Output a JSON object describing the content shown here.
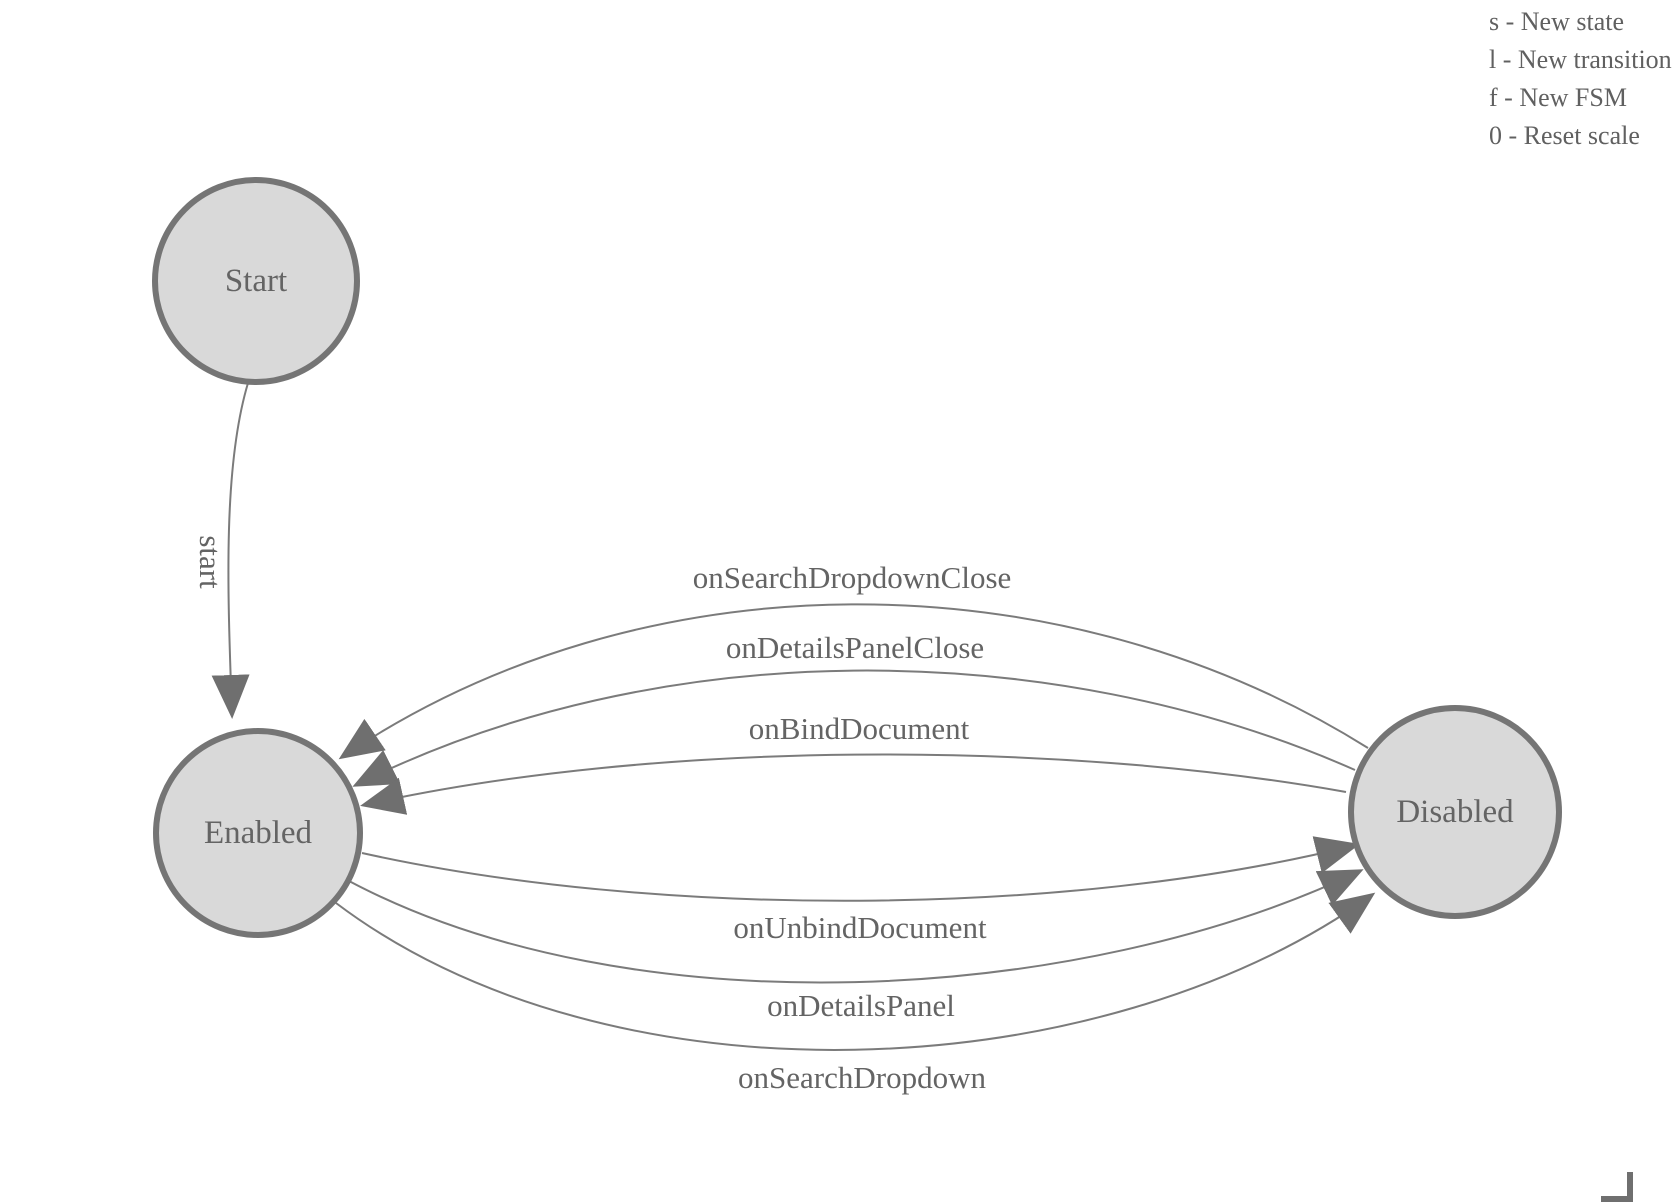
{
  "legend": {
    "lines": [
      "s - New state",
      "l - New transition",
      "f - New FSM",
      "0 - Reset scale"
    ]
  },
  "diagram": {
    "nodes": {
      "start": {
        "label": "Start"
      },
      "enabled": {
        "label": "Enabled"
      },
      "disabled": {
        "label": "Disabled"
      }
    },
    "edges": {
      "start": {
        "label": "start",
        "from": "Start",
        "to": "Enabled"
      },
      "onSearchDropdownClose": {
        "label": "onSearchDropdownClose",
        "from": "Disabled",
        "to": "Enabled"
      },
      "onDetailsPanelClose": {
        "label": "onDetailsPanelClose",
        "from": "Disabled",
        "to": "Enabled"
      },
      "onBindDocument": {
        "label": "onBindDocument",
        "from": "Disabled",
        "to": "Enabled"
      },
      "onUnbindDocument": {
        "label": "onUnbindDocument",
        "from": "Enabled",
        "to": "Disabled"
      },
      "onDetailsPanel": {
        "label": "onDetailsPanel",
        "from": "Enabled",
        "to": "Disabled"
      },
      "onSearchDropdown": {
        "label": "onSearchDropdown",
        "from": "Enabled",
        "to": "Disabled"
      }
    },
    "colors": {
      "node_fill": "#d9d9d9",
      "node_stroke": "#757575",
      "edge_stroke": "#7b7b7b",
      "arrow_fill": "#6f6f6f",
      "label_text": "#646464",
      "legend_text": "#606060"
    }
  }
}
